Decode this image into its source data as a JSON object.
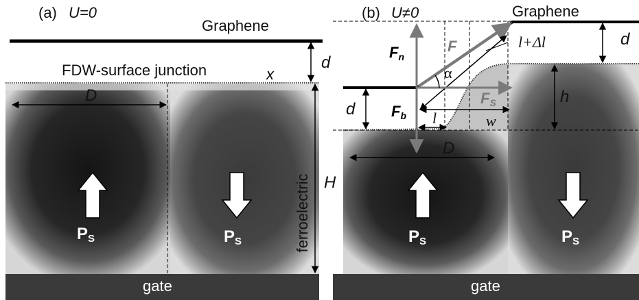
{
  "panel_a": {
    "tag": "(a)",
    "condition": "U=0",
    "graphene_label": "Graphene",
    "junction_label": "FDW-surface junction",
    "x_label": "x",
    "d_label": "d",
    "D_label": "D",
    "H_label": "H",
    "ferroelectric_label": "ferroelectric",
    "ps_left": "P",
    "ps_left_sub": "S",
    "ps_right": "P",
    "ps_right_sub": "S",
    "gate_label": "gate"
  },
  "panel_b": {
    "tag": "(b)",
    "condition": "U≠0",
    "graphene_label": "Graphene",
    "Fn_label": "F",
    "Fn_sub": "n",
    "F_label": "F",
    "Fs_label": "F",
    "Fs_sub": "S",
    "Fb_label": "F",
    "Fb_sub": "b",
    "alpha_label": "α",
    "l_dl_label": "l+Δl",
    "l_label": "l",
    "w_label": "w",
    "d_left_label": "d",
    "d_right_label": "d",
    "h_label": "h",
    "D_label": "D",
    "ps_left": "P",
    "ps_left_sub": "S",
    "ps_right": "P",
    "ps_right_sub": "S",
    "gate_label": "gate"
  },
  "colors": {
    "domain_dark": "#1c1c1c",
    "domain_edge": "#c8c8c8",
    "gate": "#3a3a3a",
    "line": "#000000",
    "force_F": "#7a7a7a"
  },
  "icons": [
    "up-arrow-icon",
    "down-arrow-icon"
  ]
}
